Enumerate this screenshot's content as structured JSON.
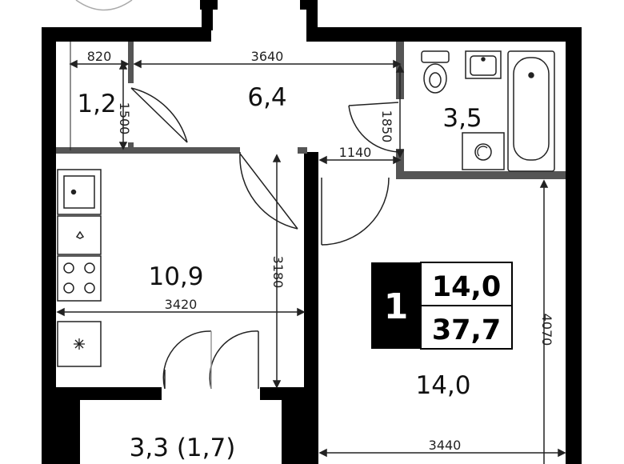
{
  "rooms": {
    "closet_area": "1,2",
    "hall_area": "6,4",
    "bathroom_area": "3,5",
    "kitchen_area": "10,9",
    "living_area": "14,0",
    "balcony_area": "3,3 (1,7)"
  },
  "dimensions": {
    "closet_width": "820",
    "closet_height": "1500",
    "hall_width": "3640",
    "bath_height": "1850",
    "bath_width": "1140",
    "kitchen_width": "3420",
    "kitchen_height": "3180",
    "living_height": "4070",
    "living_width": "3440"
  },
  "badge": {
    "rooms_count": "1",
    "living_area": "14,0",
    "total_area": "37,7"
  },
  "colors": {
    "wall": "#000000",
    "partition": "#555555",
    "line": "#222222"
  }
}
